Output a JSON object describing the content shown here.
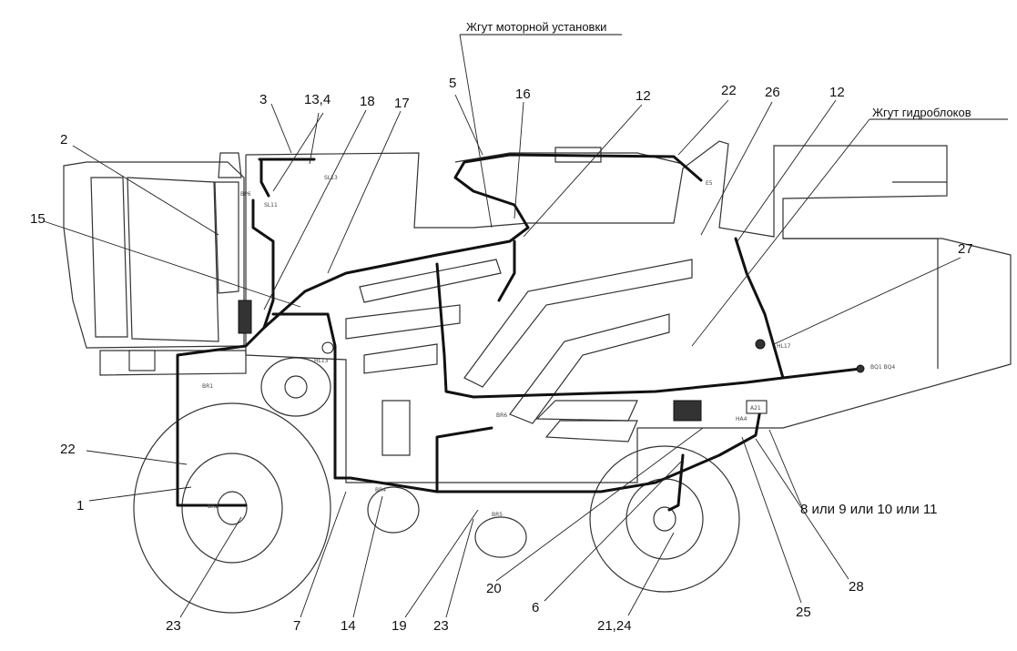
{
  "titles": {
    "engine_harness": "Жгут моторной установки",
    "hydro_harness": "Жгут гидроблоков"
  },
  "callouts": {
    "c2": "2",
    "c3": "3",
    "c13_4": "13,4",
    "c18": "18",
    "c17": "17",
    "c5": "5",
    "c16": "16",
    "c12a": "12",
    "c22a": "22",
    "c26": "26",
    "c12b": "12",
    "c15": "15",
    "c27": "27",
    "c22b": "22",
    "c1": "1",
    "c8_11": "8 или 9 или 10 или 11",
    "c28": "28",
    "c25": "25",
    "c20": "20",
    "c6": "6",
    "c23a": "23",
    "c7": "7",
    "c14": "14",
    "c19": "19",
    "c23b": "23",
    "c21_24": "21,24"
  },
  "component_marks": {
    "bp6": "BP6",
    "sl13": "SL13",
    "sl11": "SL11",
    "br1": "BR1",
    "hl13": "HL13",
    "br2": "BR2",
    "br4": "BR4",
    "br5": "BR5",
    "br6": "BR6",
    "hl17": "HL17",
    "bq": "BQ1 BQ4",
    "a21": "A21",
    "ha4": "HA4",
    "e5": "E5"
  },
  "colors": {
    "line": "#222222",
    "harness": "#111111",
    "background": "#ffffff"
  }
}
